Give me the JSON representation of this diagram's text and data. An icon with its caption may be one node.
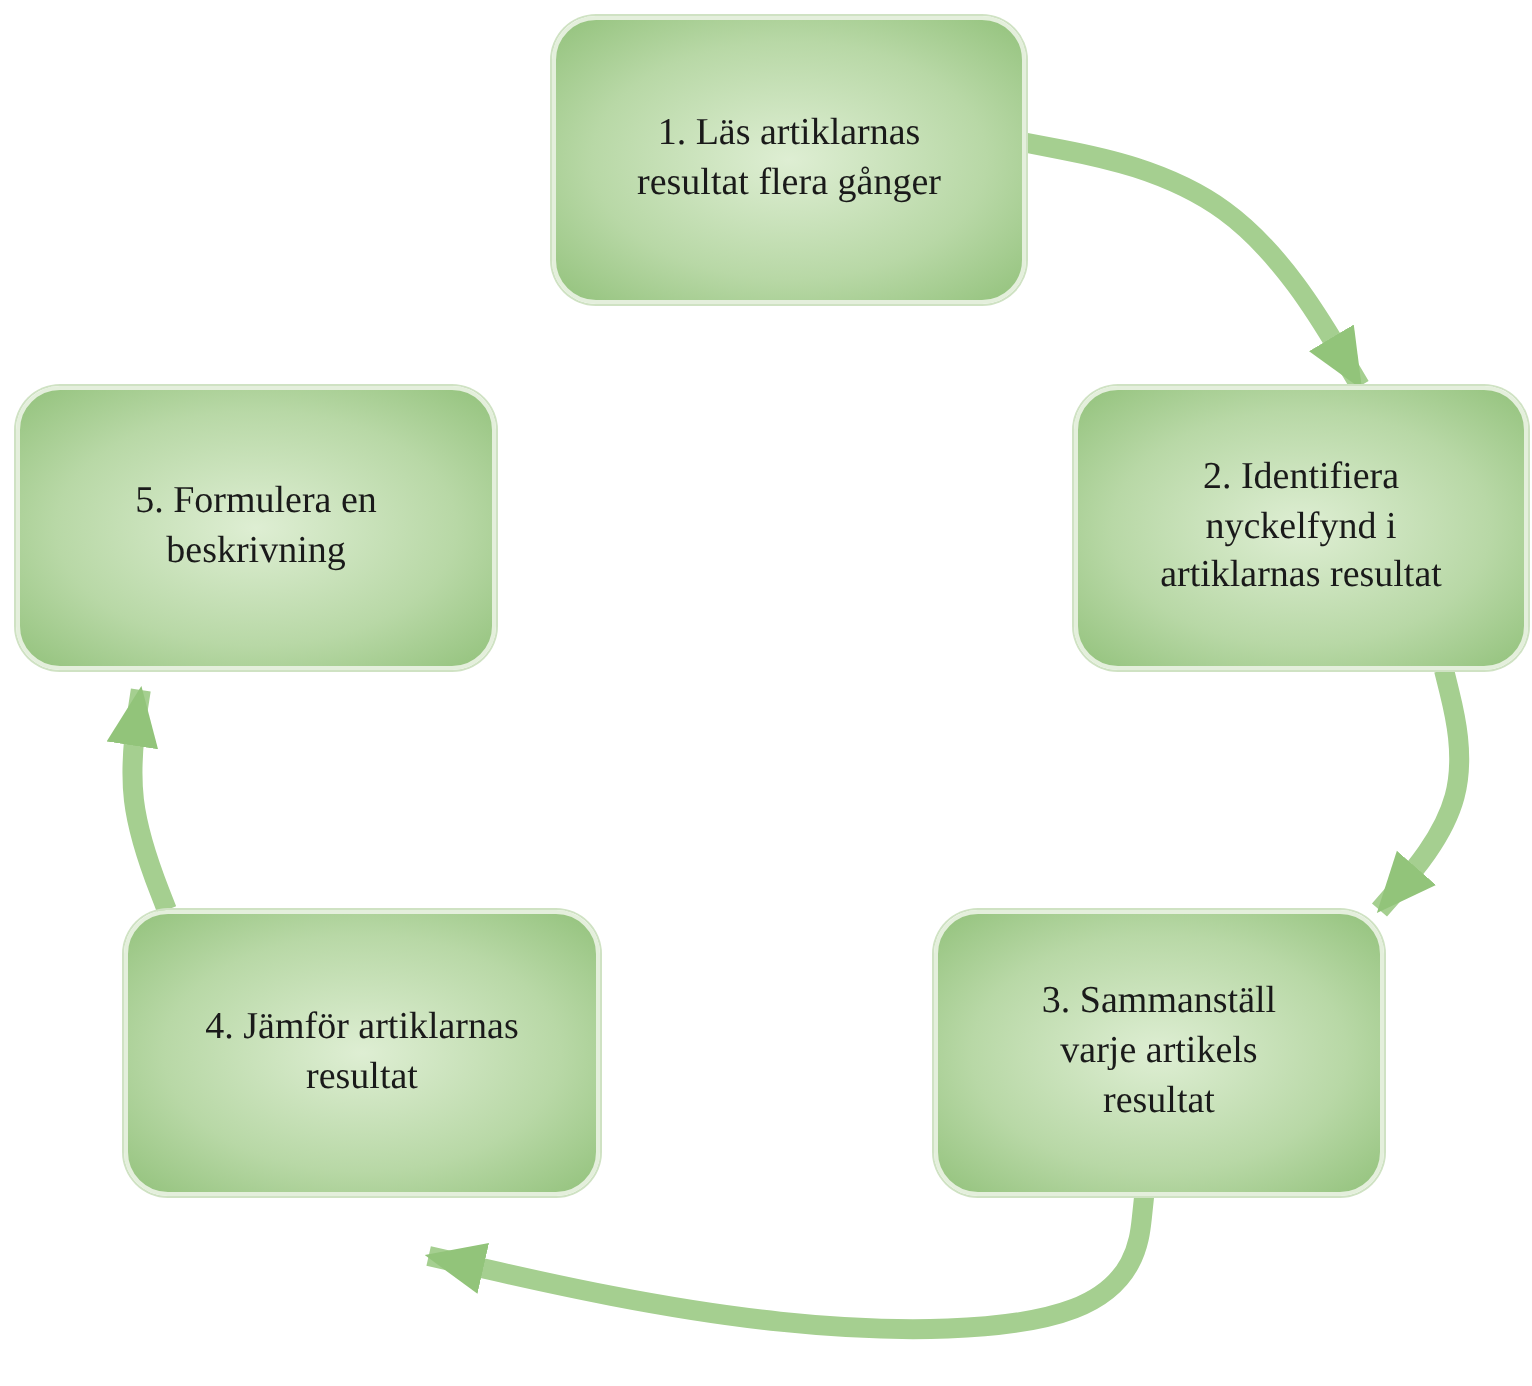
{
  "diagram": {
    "nodes": [
      {
        "text": [
          "1. Läs artiklarnas resultat flera gånger"
        ]
      },
      {
        "text": [
          "2. Identifiera nyckelfynd i artiklarnas resultat"
        ]
      },
      {
        "text": [
          "3. Sammanställ varje artikels resultat"
        ]
      },
      {
        "text": [
          "4. Jämför artiklarnas resultat"
        ]
      },
      {
        "text": [
          "5. Formulera en beskrivning"
        ]
      }
    ],
    "edges": [
      {
        "from": 0,
        "to": 1,
        "arrow": "to"
      },
      {
        "from": 1,
        "to": 2,
        "arrow": "to"
      },
      {
        "from": 2,
        "to": 3,
        "arrow": "to"
      },
      {
        "from": 3,
        "to": 4,
        "arrow": "to"
      }
    ]
  }
}
